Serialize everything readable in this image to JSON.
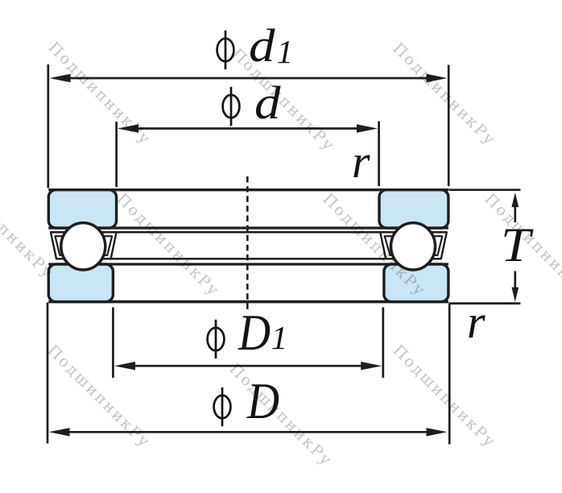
{
  "figure": {
    "type": "technical-drawing",
    "subject": "single-direction thrust ball bearing cross-section",
    "colors": {
      "ink": "#1e1e1e",
      "washer_fill": "#cae5f4",
      "background": "#ffffff",
      "label_text": "#141414",
      "watermark": "#c6c6c6"
    }
  },
  "labels": {
    "dim_d1": {
      "phi": "ϕ",
      "letter": "d",
      "sub": "1"
    },
    "dim_d": {
      "phi": "ϕ",
      "letter": "d"
    },
    "dim_D1": {
      "phi": "ϕ",
      "letter": "D",
      "sub": "1"
    },
    "dim_D": {
      "phi": "ϕ",
      "letter": "D"
    },
    "dim_T": {
      "letter": "T"
    },
    "fillet_top": {
      "letter": "r"
    },
    "fillet_bottom": {
      "letter": "r"
    }
  },
  "watermark": {
    "text": "ПодшипникРу"
  }
}
